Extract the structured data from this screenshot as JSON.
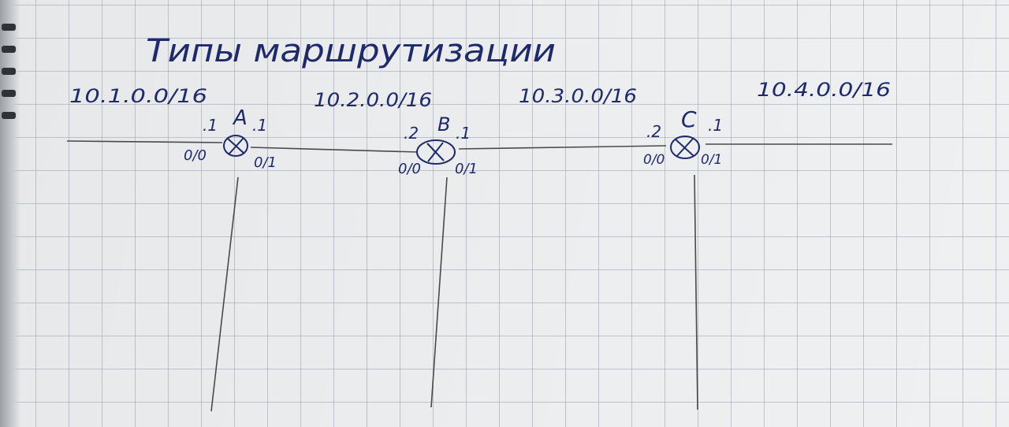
{
  "title": "Типы маршрутизации",
  "networks": [
    "10.1.0.0/16",
    "10.2.0.0/16",
    "10.3.0.0/16",
    "10.4.0.0/16"
  ],
  "routers": [
    {
      "name": "A",
      "left_host": ".1",
      "right_host": ".1",
      "left_iface": "0/0",
      "right_iface": "0/1"
    },
    {
      "name": "B",
      "left_host": ".2",
      "right_host": ".1",
      "left_iface": "0/0",
      "right_iface": "0/1"
    },
    {
      "name": "C",
      "left_host": ".2",
      "right_host": ".1",
      "left_iface": "0/0",
      "right_iface": "0/1"
    }
  ],
  "colors": {
    "ink": "#1f2a6b",
    "pencil": "#4a4a4a",
    "grid": "#96a0af"
  }
}
